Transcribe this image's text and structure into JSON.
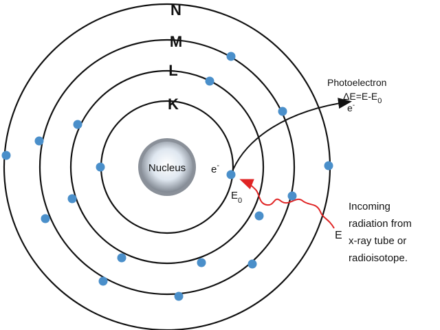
{
  "shells": [
    {
      "label": "K"
    },
    {
      "label": "L"
    },
    {
      "label": "M"
    },
    {
      "label": "N"
    }
  ],
  "nucleus_label": "Nucleus",
  "electron_label": "e",
  "electron_sup": "-",
  "binding_energy": {
    "main": "E",
    "sub": "0"
  },
  "photoelectron": {
    "title": "Photoelectron",
    "equation_main": "ΔE=E-E",
    "equation_sub": "0",
    "electron_main": "e",
    "electron_sup": "-"
  },
  "incident_energy_label": "E",
  "caption_lines": [
    "Incoming",
    "radiation from",
    "x-ray tube or",
    "radioisotope."
  ],
  "colors": {
    "electron": "#4a8fca",
    "radiation": "#e02424",
    "orbit": "#111111",
    "nucleus_outer": "#8a9099",
    "nucleus_inner": "#f4f7fb"
  }
}
